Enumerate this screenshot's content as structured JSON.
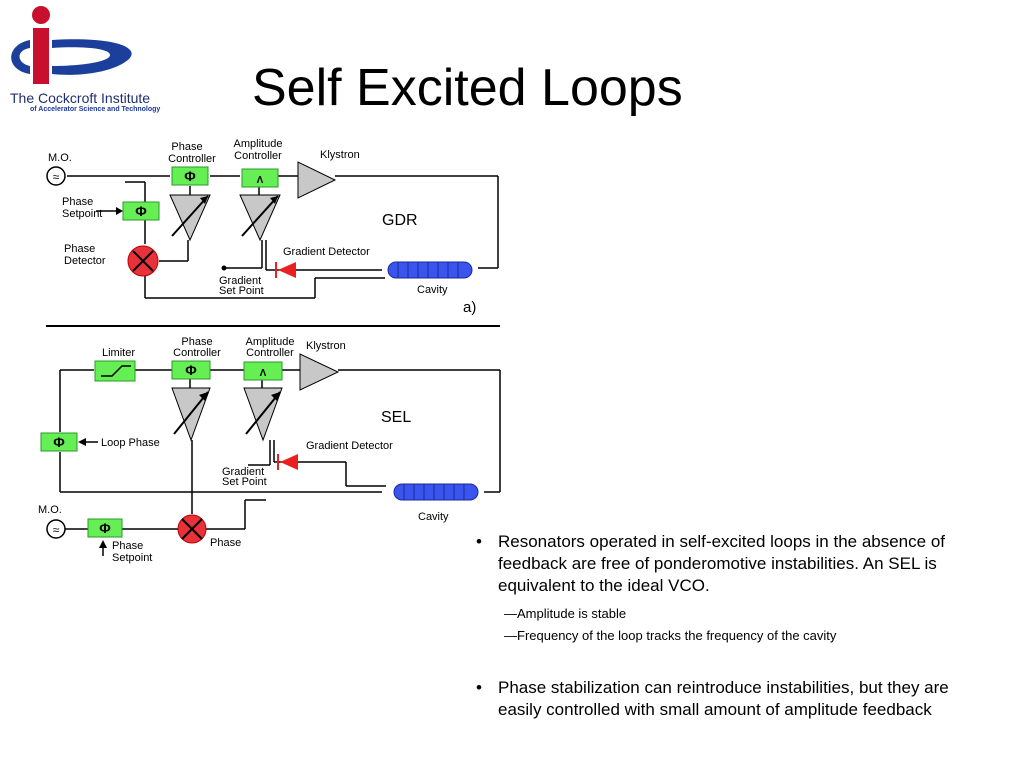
{
  "logo": {
    "name": "The Cockcroft Institute",
    "tagline": "of Accelerator Science and Technology"
  },
  "slide": {
    "title": "Self Excited Loops"
  },
  "diagram_gdr": {
    "mo": "M.O.",
    "phase_controller": [
      "Phase",
      "Controller"
    ],
    "amplitude_controller": [
      "Amplitude",
      "Controller"
    ],
    "klystron": "Klystron",
    "phase_setpoint": [
      "Phase",
      "Setpoint"
    ],
    "phase_detector": [
      "Phase",
      "Detector"
    ],
    "loop_name": "GDR",
    "gradient_detector": "Gradient Detector",
    "gradient_set_point": [
      "Gradient",
      "Set Point"
    ],
    "cavity": "Cavity",
    "panel_label": "a)"
  },
  "diagram_sel": {
    "limiter": "Limiter",
    "phase_controller": [
      "Phase",
      "Controller"
    ],
    "amplitude_controller": [
      "Amplitude",
      "Controller"
    ],
    "klystron": "Klystron",
    "loop_name": "SEL",
    "loop_phase": "Loop Phase",
    "gradient_detector": "Gradient Detector",
    "gradient_set_point": [
      "Gradient",
      "Set Point"
    ],
    "mo": "M.O.",
    "cavity": "Cavity",
    "phase": "Phase",
    "phase_setpoint": [
      "Phase",
      "Setpoint"
    ]
  },
  "glyphs": {
    "phi": "Φ",
    "amp": "Λ",
    "osc": "≈"
  },
  "colors": {
    "logo_red": "#c8102e",
    "logo_blue": "#1b3f9a",
    "box_green": "#66ee55",
    "mixer_red": "#e8323a",
    "cavity_blue": "#3a55ee",
    "detector_red": "#e82020"
  },
  "bullets": {
    "b1": "Resonators operated in self-excited loops in the absence of feedback are free of ponderomotive instabilities.  An SEL is equivalent to the ideal VCO.",
    "b1_subs": [
      "—Amplitude is stable",
      "—Frequency of the loop tracks the frequency of the cavity"
    ],
    "b2": "Phase stabilization can reintroduce instabilities, but they are easily controlled with small amount of amplitude feedback"
  }
}
